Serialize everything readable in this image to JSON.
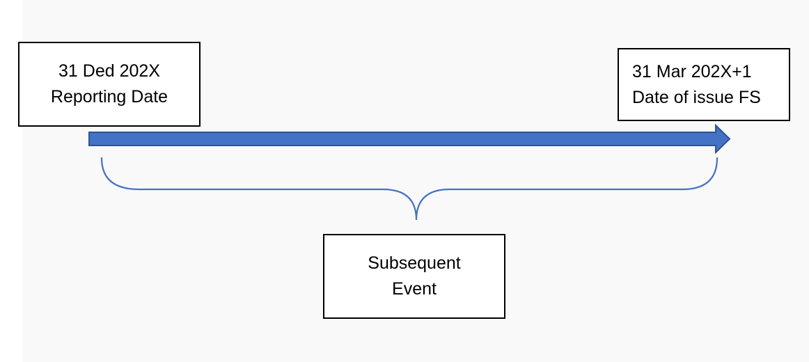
{
  "diagram": {
    "type": "timeline",
    "colors": {
      "background": "#f9f9f9",
      "arrow_fill": "#4472C4",
      "arrow_stroke": "#2F528F",
      "brace_stroke": "#4472C4",
      "box_border": "#000000",
      "box_fill": "#ffffff",
      "text": "#000000"
    },
    "start_box": {
      "line1": "31 Ded 202X",
      "line2": "Reporting Date"
    },
    "end_box": {
      "line1": "31 Mar 202X+1",
      "line2": "Date of issue FS"
    },
    "period_box": {
      "line1": "Subsequent",
      "line2": "Event"
    },
    "arrow": {
      "direction": "right",
      "from": "Reporting Date",
      "to": "Date of issue FS"
    },
    "brace": {
      "orientation": "down",
      "spans": "Reporting Date to Date of issue FS",
      "label": "Subsequent Event"
    }
  }
}
